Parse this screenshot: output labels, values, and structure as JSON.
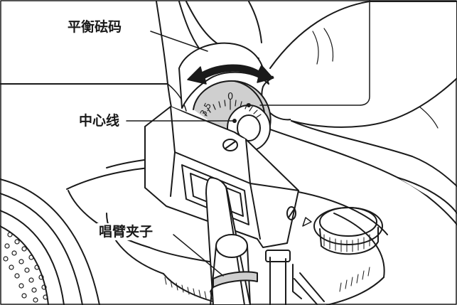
{
  "labels": {
    "counterweight": "平衡砝码",
    "center_line": "中心线",
    "arm_clamp": "唱臂夹子"
  },
  "dial": {
    "zero": "0",
    "left_number": "3.5"
  },
  "icons": {
    "rotation": "curved-double-arrow-icon"
  },
  "colors": {
    "stroke": "#1a1a1a",
    "dial_fill": "#cfcfcf",
    "arrow_fill": "#1a1a1a",
    "background": "#ffffff"
  }
}
